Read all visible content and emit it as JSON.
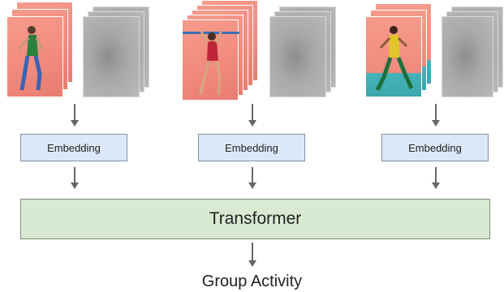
{
  "embeddings": [
    {
      "label": "Embedding"
    },
    {
      "label": "Embedding"
    },
    {
      "label": "Embedding"
    }
  ],
  "transformer": {
    "label": "Transformer"
  },
  "output": {
    "label": "Group Activity"
  },
  "colors": {
    "embedding_fill": "#dce8f7",
    "transformer_fill": "#d9ead3",
    "arrow": "#666666",
    "rgb_frame": "#f28b7f",
    "flow_frame": "#a9a9a9"
  }
}
